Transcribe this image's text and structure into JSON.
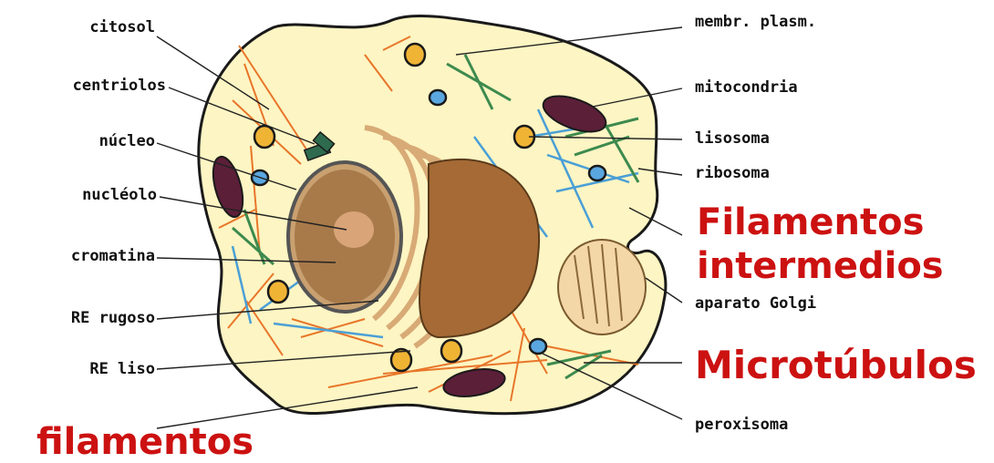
{
  "labels": {
    "citosol": "citosol",
    "centriolos": "centriolos",
    "nucleo": "núcleo",
    "nucleolo": "nucléolo",
    "cromatina": "cromatina",
    "re_rugoso": "RE rugoso",
    "re_liso": "RE liso",
    "membrana": "membr. plasm.",
    "mitocondria": "mitocondria",
    "lisosoma": "lisosoma",
    "ribosoma": "ribosoma",
    "aparato_golgi": "aparato Golgi",
    "peroxisoma": "peroxisoma"
  },
  "highlights": {
    "filamentos_1": "Filamentos",
    "filamentos_2": "intermedios",
    "microtubulos": "Microtúbulos",
    "bottom_left": "filamentos"
  },
  "colors": {
    "highlight": "#cc1111",
    "cytoplasm": "#fdf5c3",
    "nucleus": "#a87a4a",
    "microfilament": "#e8762a",
    "microtubule": "#4a9fd6",
    "intermediate": "#3d8a4e"
  }
}
